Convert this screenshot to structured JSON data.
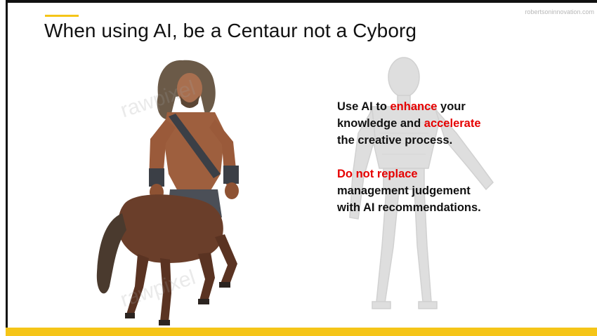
{
  "slide": {
    "watermark": "robertsoninnovation.com",
    "title": "When using AI, be a Centaur not a Cyborg",
    "stock_watermark": "rawpixel",
    "point1": {
      "a": "Use AI to ",
      "b": "enhance",
      "c": " your knowledge and ",
      "d": "accelerate",
      "e": " the creative process."
    },
    "point2": {
      "a": "Do not replace",
      "b": " management judgement with AI recommendations."
    }
  },
  "colors": {
    "accent": "#f5c518",
    "emphasis": "#e60000",
    "text": "#111111"
  }
}
